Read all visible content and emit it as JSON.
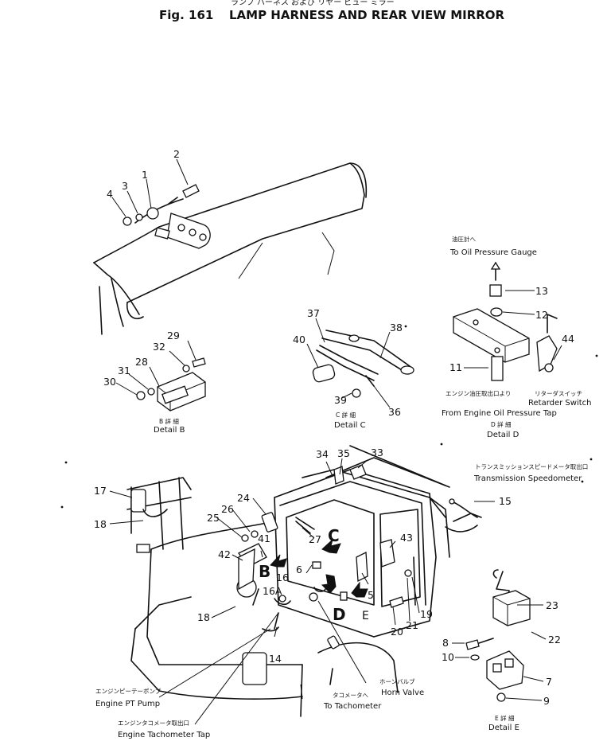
{
  "title": {
    "jp": "ランプ ハーネス および リヤー ビュー ミラー",
    "fig": "Fig. 161",
    "en": "LAMP HARNESS AND REAR VIEW MIRROR"
  },
  "details": {
    "b": {
      "jp": "B 詳 細",
      "en": "Detail B"
    },
    "c": {
      "jp": "C 詳 細",
      "en": "Detail C"
    },
    "d": {
      "jp": "D 詳 細",
      "en": "Detail D"
    },
    "e": {
      "jp": "E 詳 細",
      "en": "Detail E"
    }
  },
  "callouts": {
    "oil_gauge": {
      "jp": "油圧計へ",
      "en": "To Oil Pressure Gauge"
    },
    "oil_tap": {
      "jp": "エンジン油圧取出口より",
      "en": "From Engine Oil Pressure Tap"
    },
    "retarder": {
      "jp": "リターダスイッチ",
      "en": "Retarder Switch"
    },
    "trans": {
      "jp": "トランスミッションスピードメータ取出口",
      "en": "Transmission Speedometer"
    },
    "horn": {
      "jp": "ホーンバルブ",
      "en": "Horn Valve"
    },
    "tacho": {
      "jp": "タコメータへ",
      "en": "To Tachometer"
    },
    "pt_pump": {
      "jp": "エンジンピーテーポンプ",
      "en": "Engine PT Pump"
    },
    "tach_tap": {
      "jp": "エンジンタコメータ取出口",
      "en": "Engine Tachometer Tap"
    }
  },
  "view_letters": [
    "B",
    "C",
    "D",
    "E"
  ],
  "parts": [
    "1",
    "2",
    "3",
    "4",
    "5",
    "6",
    "7",
    "8",
    "9",
    "10",
    "11",
    "12",
    "13",
    "14",
    "15",
    "16",
    "16A",
    "17",
    "18",
    "18",
    "19",
    "20",
    "21",
    "22",
    "23",
    "24",
    "25",
    "26",
    "27",
    "28",
    "29",
    "30",
    "31",
    "32",
    "33",
    "34",
    "35",
    "36",
    "37",
    "38",
    "39",
    "40",
    "41",
    "42",
    "43",
    "44"
  ]
}
